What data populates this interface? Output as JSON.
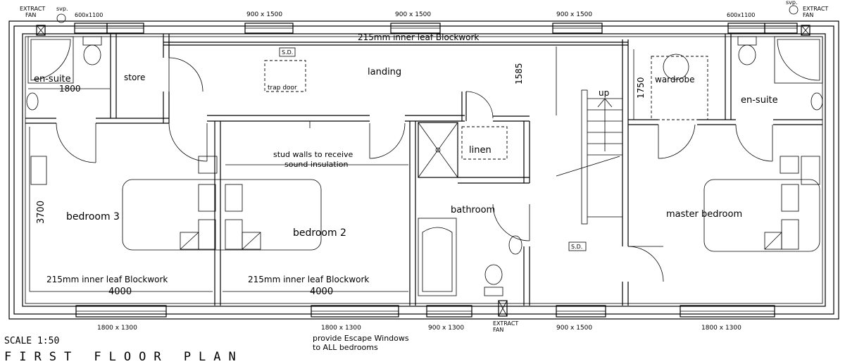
{
  "plan_title": "FIRST FLOOR PLAN",
  "scale_label": "SCALE 1:50",
  "rooms": {
    "landing": "landing",
    "store": "store",
    "en_suite_left": "en-suite",
    "en_suite_right": "en-suite",
    "bedroom_3": "bedroom 3",
    "bedroom_2": "bedroom 2",
    "bathroom": "bathroom",
    "linen": "linen",
    "master_bedroom": "master bedroom",
    "wardrobe": "wardrobe"
  },
  "annotations": {
    "extract_fan_left": [
      "EXTRACT",
      "FAN"
    ],
    "extract_fan_right": [
      "EXTRACT",
      "FAN"
    ],
    "extract_fan_bottom": [
      "EXTRACT",
      "FAN"
    ],
    "svp_left": "svp.",
    "svp_right": "svp.",
    "inner_leaf_top": "215mm inner leaf Blockwork",
    "inner_leaf_bed3": "215mm inner leaf Blockwork",
    "inner_leaf_bed2": "215mm inner leaf Blockwork",
    "trap_door": "trap door",
    "smoke_detector_top": "S.D.",
    "smoke_detector_bottom": "S.D.",
    "stud_walls": [
      "stud walls to receive",
      "sound insulation"
    ],
    "stair_up": "up",
    "escape_note": [
      "provide Escape Windows",
      "to ALL bedrooms"
    ]
  },
  "dimensions": {
    "en_suite_width": "1800",
    "landing_depth": "1585",
    "wardrobe_depth": "1750",
    "bedroom_depth": "3700",
    "bed3_width": "4000",
    "bed2_width": "4000"
  },
  "windows": {
    "top_1": "600x1100",
    "top_2": "900 x 1500",
    "top_3": "900 x 1500",
    "top_4": "900 x 1500",
    "top_5": "600x1100",
    "bottom_1": "1800 x 1300",
    "bottom_2": "1800 x 1300",
    "bottom_3": "900 x 1300",
    "bottom_4": "900 x 1500",
    "bottom_5": "1800 x 1300"
  }
}
